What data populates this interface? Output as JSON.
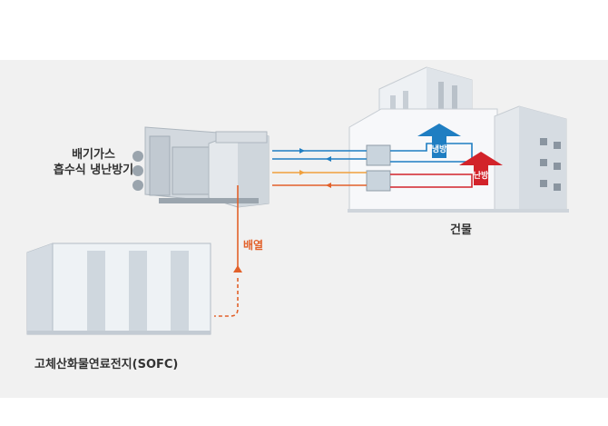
{
  "labels": {
    "chiller_line1": "배기가스",
    "chiller_line2": "흡수식 냉난방기",
    "building": "건물",
    "exhaust_heat": "배열",
    "fuel_cell": "고체산화물연료전지(SOFC)",
    "cooling": "냉방",
    "heating": "난방"
  },
  "colors": {
    "cooling": "#1f7ec2",
    "heating": "#d2232a",
    "heat_flow": "#e2612a",
    "loop_orange": "#f0a03c"
  },
  "icons": {
    "cooling_arrow": "up-arrow",
    "heating_arrow": "up-arrow"
  }
}
